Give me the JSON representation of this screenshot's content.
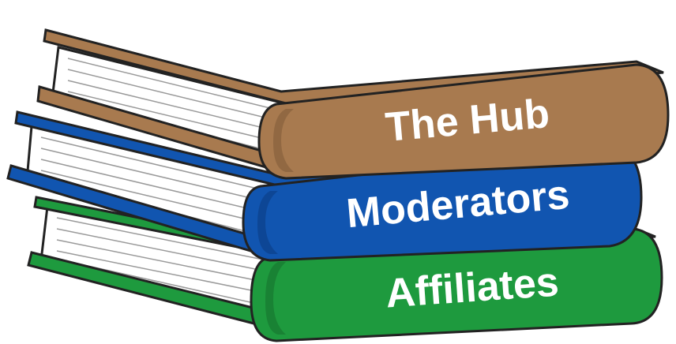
{
  "books": [
    {
      "label": "The Hub",
      "color": "#A87A4F",
      "shadow": "#7E5A38",
      "icon": "book-icon"
    },
    {
      "label": "Moderators",
      "color": "#1155B0",
      "shadow": "#0B3B80",
      "icon": "book-icon"
    },
    {
      "label": "Affiliates",
      "color": "#1E9A3E",
      "shadow": "#15702C",
      "icon": "book-icon"
    }
  ]
}
